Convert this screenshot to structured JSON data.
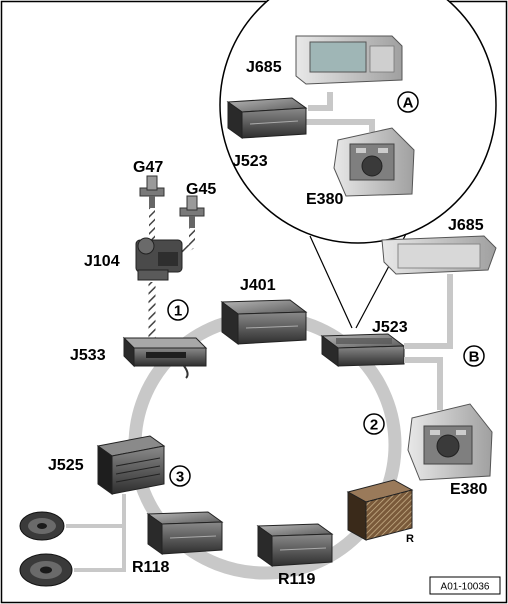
{
  "labels": {
    "J685_top": "J685",
    "J523_top": "J523",
    "E380_top": "E380",
    "G47": "G47",
    "G45": "G45",
    "J104": "J104",
    "J401": "J401",
    "J523_ring": "J523",
    "J685_right": "J685",
    "J533": "J533",
    "E380_right": "E380",
    "J525": "J525",
    "R": "R",
    "R118": "R118",
    "R119": "R119"
  },
  "callouts": {
    "A": "A",
    "B": "B",
    "one": "1",
    "two": "2",
    "three": "3"
  },
  "figure_code": "A01-10036",
  "colors": {
    "ring": "#c8c8c8",
    "unit_dark": "#3a3a3a",
    "unit_mid": "#6a6a6a",
    "screen": "#9fb6b6",
    "border": "#000000"
  }
}
